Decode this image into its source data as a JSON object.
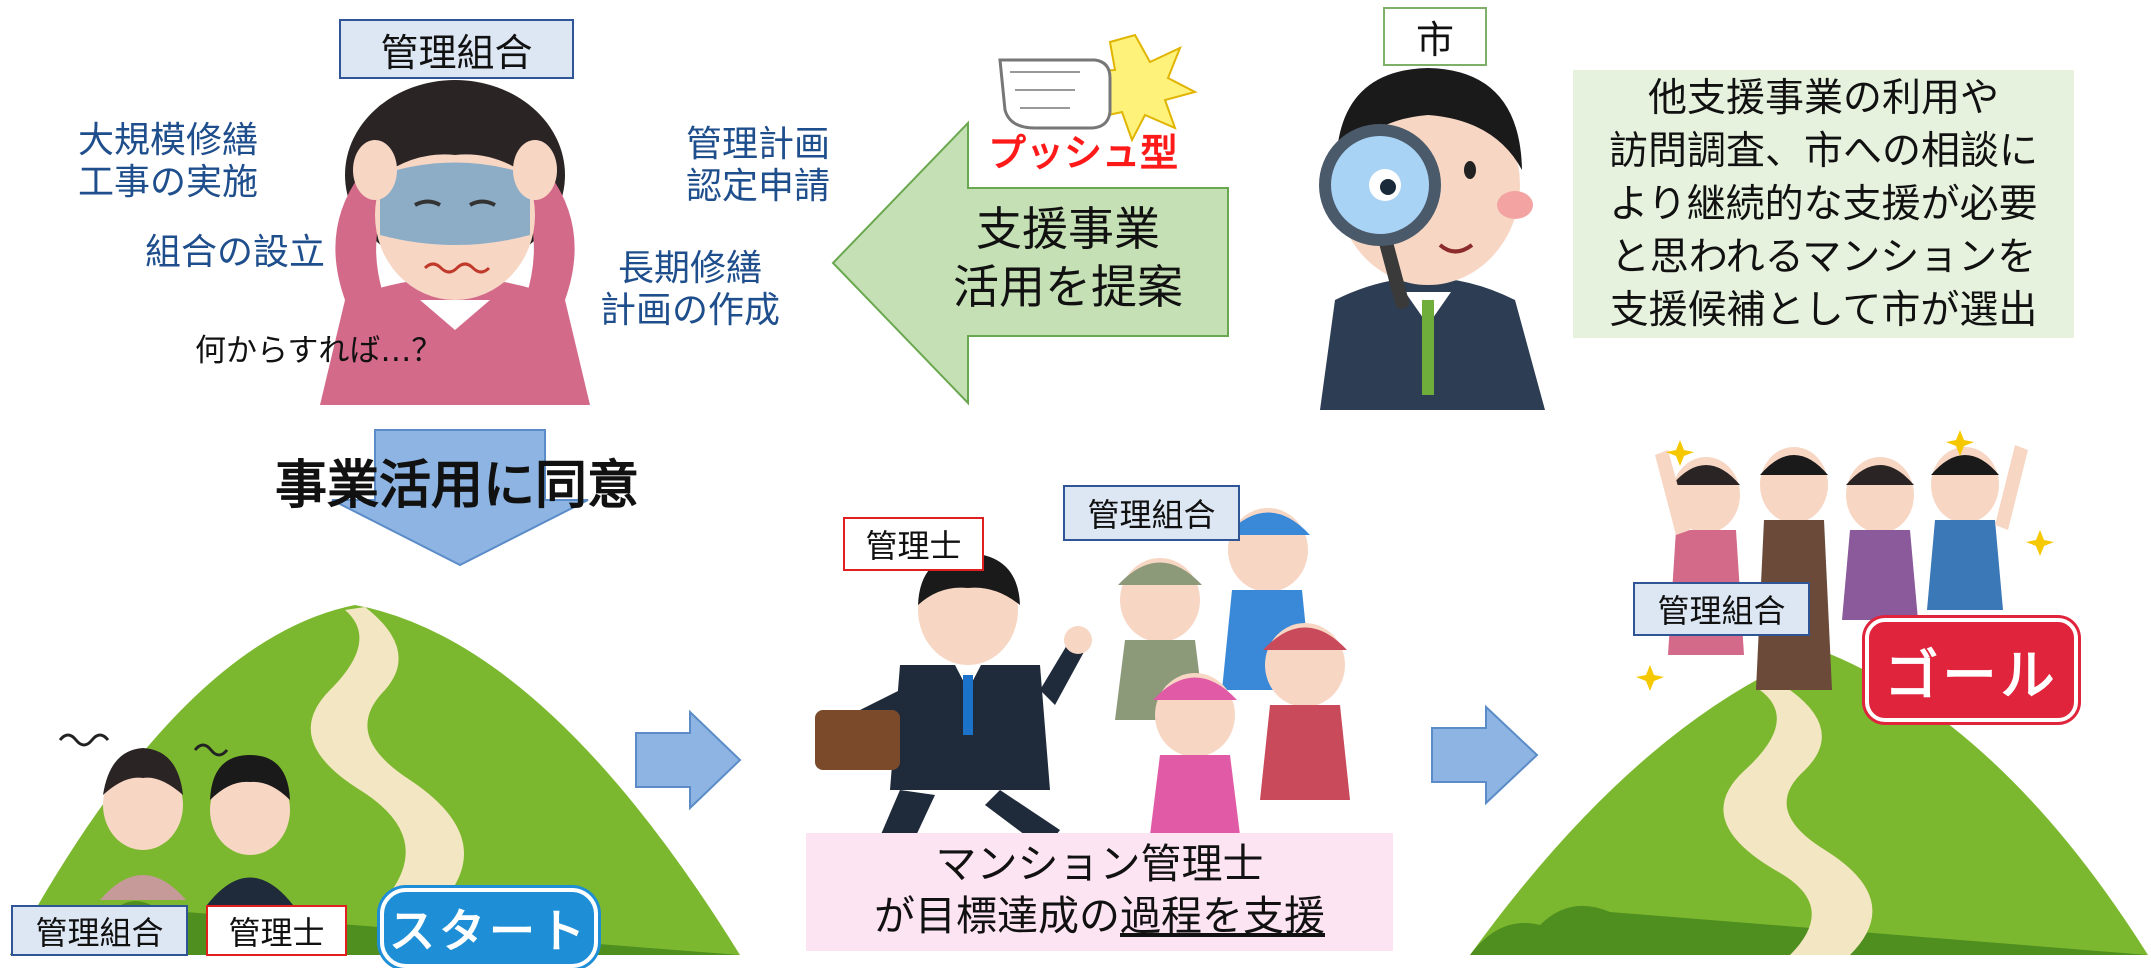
{
  "top": {
    "union_label": "管理組合",
    "issues": [
      "大規模修繕\n工事の実施",
      "組合の設立",
      "管理計画\n認定申請",
      "長期修繕\n計画の作成"
    ],
    "worry_text": "何からすれば…？",
    "push_label": "プッシュ型",
    "arrow_text": "支援事業\n活用を提案",
    "city_label": "市",
    "city_description": "他支援事業の利用や\n訪問調査、市への相談に\nより継続的な支援が必要\nと思われるマンションを\n支援候補として市が選出"
  },
  "middle": {
    "agree_text": "事業活用に同意"
  },
  "bottom": {
    "start_union_label": "管理組合",
    "start_manager_label": "管理士",
    "start_badge": "スタート",
    "manager_label": "管理士",
    "union_label": "管理組合",
    "support_line1": "マンション管理士",
    "support_line2_prefix": "が目標達成の",
    "support_line2_emph": "過程を支援",
    "goal_union_label": "管理組合",
    "goal_badge": "ゴール"
  },
  "colors": {
    "label_blue_fill": "#dde7f3",
    "label_blue_border": "#2f5597",
    "label_red_border": "#e02020",
    "arrow_green": "#c5e0b4",
    "arrow_blue": "#8db4e2",
    "hill_green": "#7cb82f",
    "start_badge_blue": "#1e8fd6",
    "goal_badge_red": "#e0243c",
    "city_box_green": "#e6f2de",
    "support_box_pink": "#fde4f2",
    "push_red": "#ff1a1a"
  }
}
